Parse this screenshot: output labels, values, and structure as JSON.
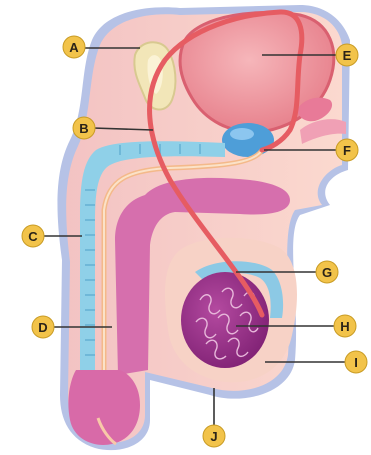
{
  "diagram": {
    "colors": {
      "skin": "#f8cfc4",
      "skin_shadow": "#a9b7de",
      "pink_tissue": "#d96aa6",
      "blue_tissue": "#86c8e4",
      "bladder": "#f09aa4",
      "duct": "#e85e63",
      "bone": "#f2e6b8",
      "prostate": "#5aa6d9",
      "testis": "#9c2e8a",
      "marker": "#f2c34a",
      "leader": "#333333"
    },
    "labels": [
      {
        "id": "A",
        "text": "A"
      },
      {
        "id": "B",
        "text": "B"
      },
      {
        "id": "C",
        "text": "C"
      },
      {
        "id": "D",
        "text": "D"
      },
      {
        "id": "E",
        "text": "E"
      },
      {
        "id": "F",
        "text": "F"
      },
      {
        "id": "G",
        "text": "G"
      },
      {
        "id": "H",
        "text": "H"
      },
      {
        "id": "I",
        "text": "I"
      },
      {
        "id": "J",
        "text": "J"
      }
    ]
  }
}
